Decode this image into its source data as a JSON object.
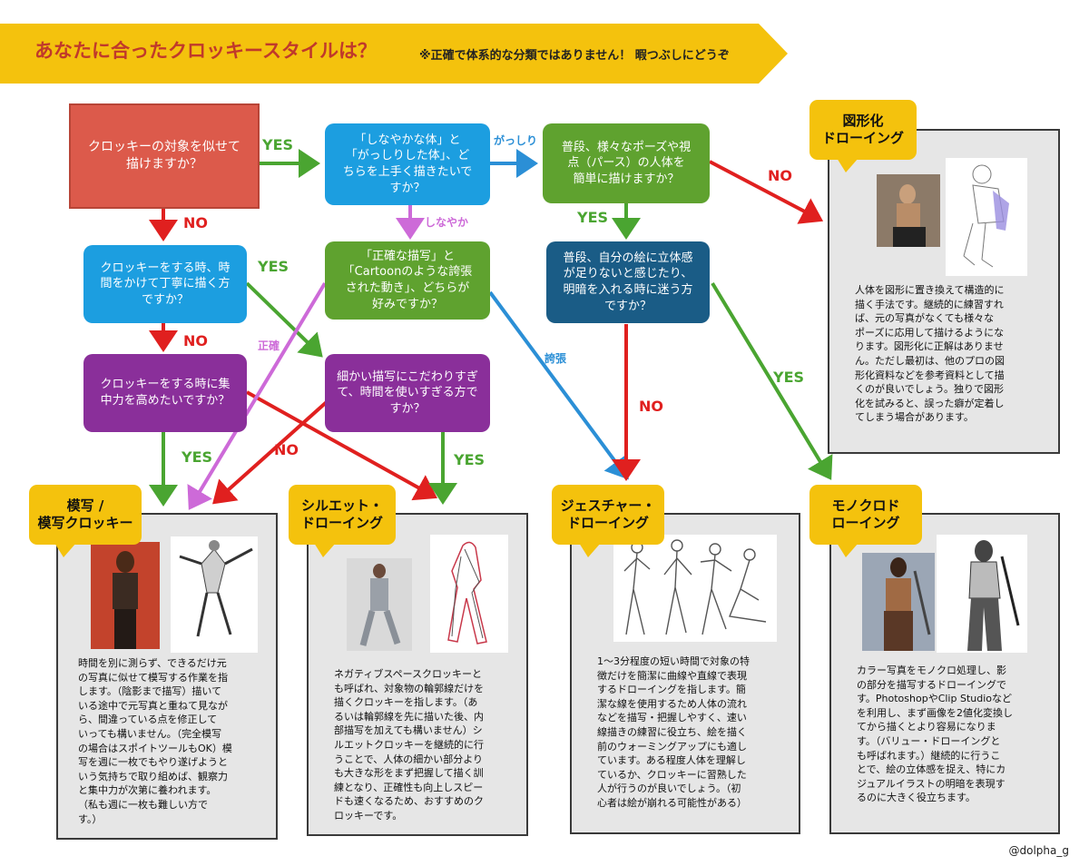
{
  "header": {
    "title": "あなたに合ったクロッキースタイルは？",
    "note": "※正確で体系的な分類ではありません！ 暇つぶしにどうぞ"
  },
  "questions": {
    "q1": "クロッキーの対象を似せて\n描けますか？",
    "q2": "クロッキーをする時、時\n間をかけて丁寧に描く方\nですか？",
    "q3": "クロッキーをする時に集\n中力を高めたいですか？",
    "q4": "「しなやかな体」と\n「がっしりした体」、ど\nちらを上手く描きたいで\nすか？",
    "q5": "「正確な描写」と\n「Cartoonのような誇張\nされた動き」、どちらが\n好みですか？",
    "q6": "細かい描写にこだわりすぎ\nて、時間を使いすぎる方で\nすか？",
    "q7": "普段、様々なポーズや視\n点（パース）の人体を\n簡単に描けますか？",
    "q8": "普段、自分の絵に立体感\nが足りないと感じたり、\n明暗を入れる時に迷う方\nですか？"
  },
  "labels": {
    "yes": "YES",
    "no": "NO",
    "gasshiri": "がっしり",
    "shinayaka": "しなやか",
    "seikaku": "正確",
    "kocho": "誇張"
  },
  "results": {
    "zukeika": {
      "title": "図形化\nドローイング",
      "text": "人体を図形に置き換えて構造的に\n描く手法です。継続的に練習すれ\nば、元の写真がなくても様々な\nポーズに応用して描けるようにな\nります。図形化に正解はありませ\nん。ただし最初は、他のプロの図\n形化資料などを参考資料として描\nくのが良いでしょう。独りで図形\n化を試みると、誤った癖が定着し\nてしまう場合があります。"
    },
    "mosha": {
      "title": "模写 /\n模写クロッキー",
      "text": "時間を別に測らず、できるだけ元\nの写真に似せて模写する作業を指\nします。（陰影まで描写）描いて\nいる途中で元写真と重ねて見なが\nら、間違っている点を修正して\nいっても構いません。（完全模写\nの場合はスポイトツールもOK）模\n写を週に一枚でもやり遂げようと\nいう気持ちで取り組めば、観察力\nと集中力が次第に養われます。\n（私も週に一枚も難しい方で\nす。）"
    },
    "silhouette": {
      "title": "シルエット・\nドローイング",
      "text": "ネガティブスペースクロッキーと\nも呼ばれ、対象物の輪郭線だけを\n描くクロッキーを指します。（あ\nるいは輪郭線を先に描いた後、内\n部描写を加えても構いません）シ\nルエットクロッキーを継続的に行\nうことで、人体の細かい部分より\nも大きな形をまず把握して描く訓\n練となり、正確性も向上しスピー\nドも速くなるため、おすすめのク\nロッキーです。"
    },
    "gesture": {
      "title": "ジェスチャー・\nドローイング",
      "text": "1～3分程度の短い時間で対象の特\n徴だけを簡潔に曲線や直線で表現\nするドローイングを指します。簡\n潔な線を使用するため人体の流れ\nなどを描写・把握しやすく、速い\n線描きの練習に役立ち、絵を描く\n前のウォーミングアップにも適し\nています。ある程度人体を理解し\nているか、クロッキーに習熟した\n人が行うのが良いでしょう。（初\n心者は絵が崩れる可能性がある）"
    },
    "monochrome": {
      "title": "モノクロド\nローイング",
      "text": "カラー写真をモノクロ処理し、影\nの部分を描写するドローイングで\nす。PhotoshopやClip Studioなど\nを利用し、まず画像を2値化変換し\nてから描くとより容易になりま\nす。（バリュー・ドローイングと\nも呼ばれます。）継続的に行うこ\nとで、絵の立体感を捉え、特にカ\nジュアルイラストの明暗を表現す\nるのに大きく役立ちます。"
    }
  },
  "credit": "@dolpha_g",
  "colors": {
    "banner": "#f4c20d",
    "title": "#c0392b",
    "yes_arrow": "#4aa531",
    "no_arrow": "#e0201f",
    "blue_arrow": "#2b8fd6",
    "pink_arrow": "#cd6ad8"
  }
}
